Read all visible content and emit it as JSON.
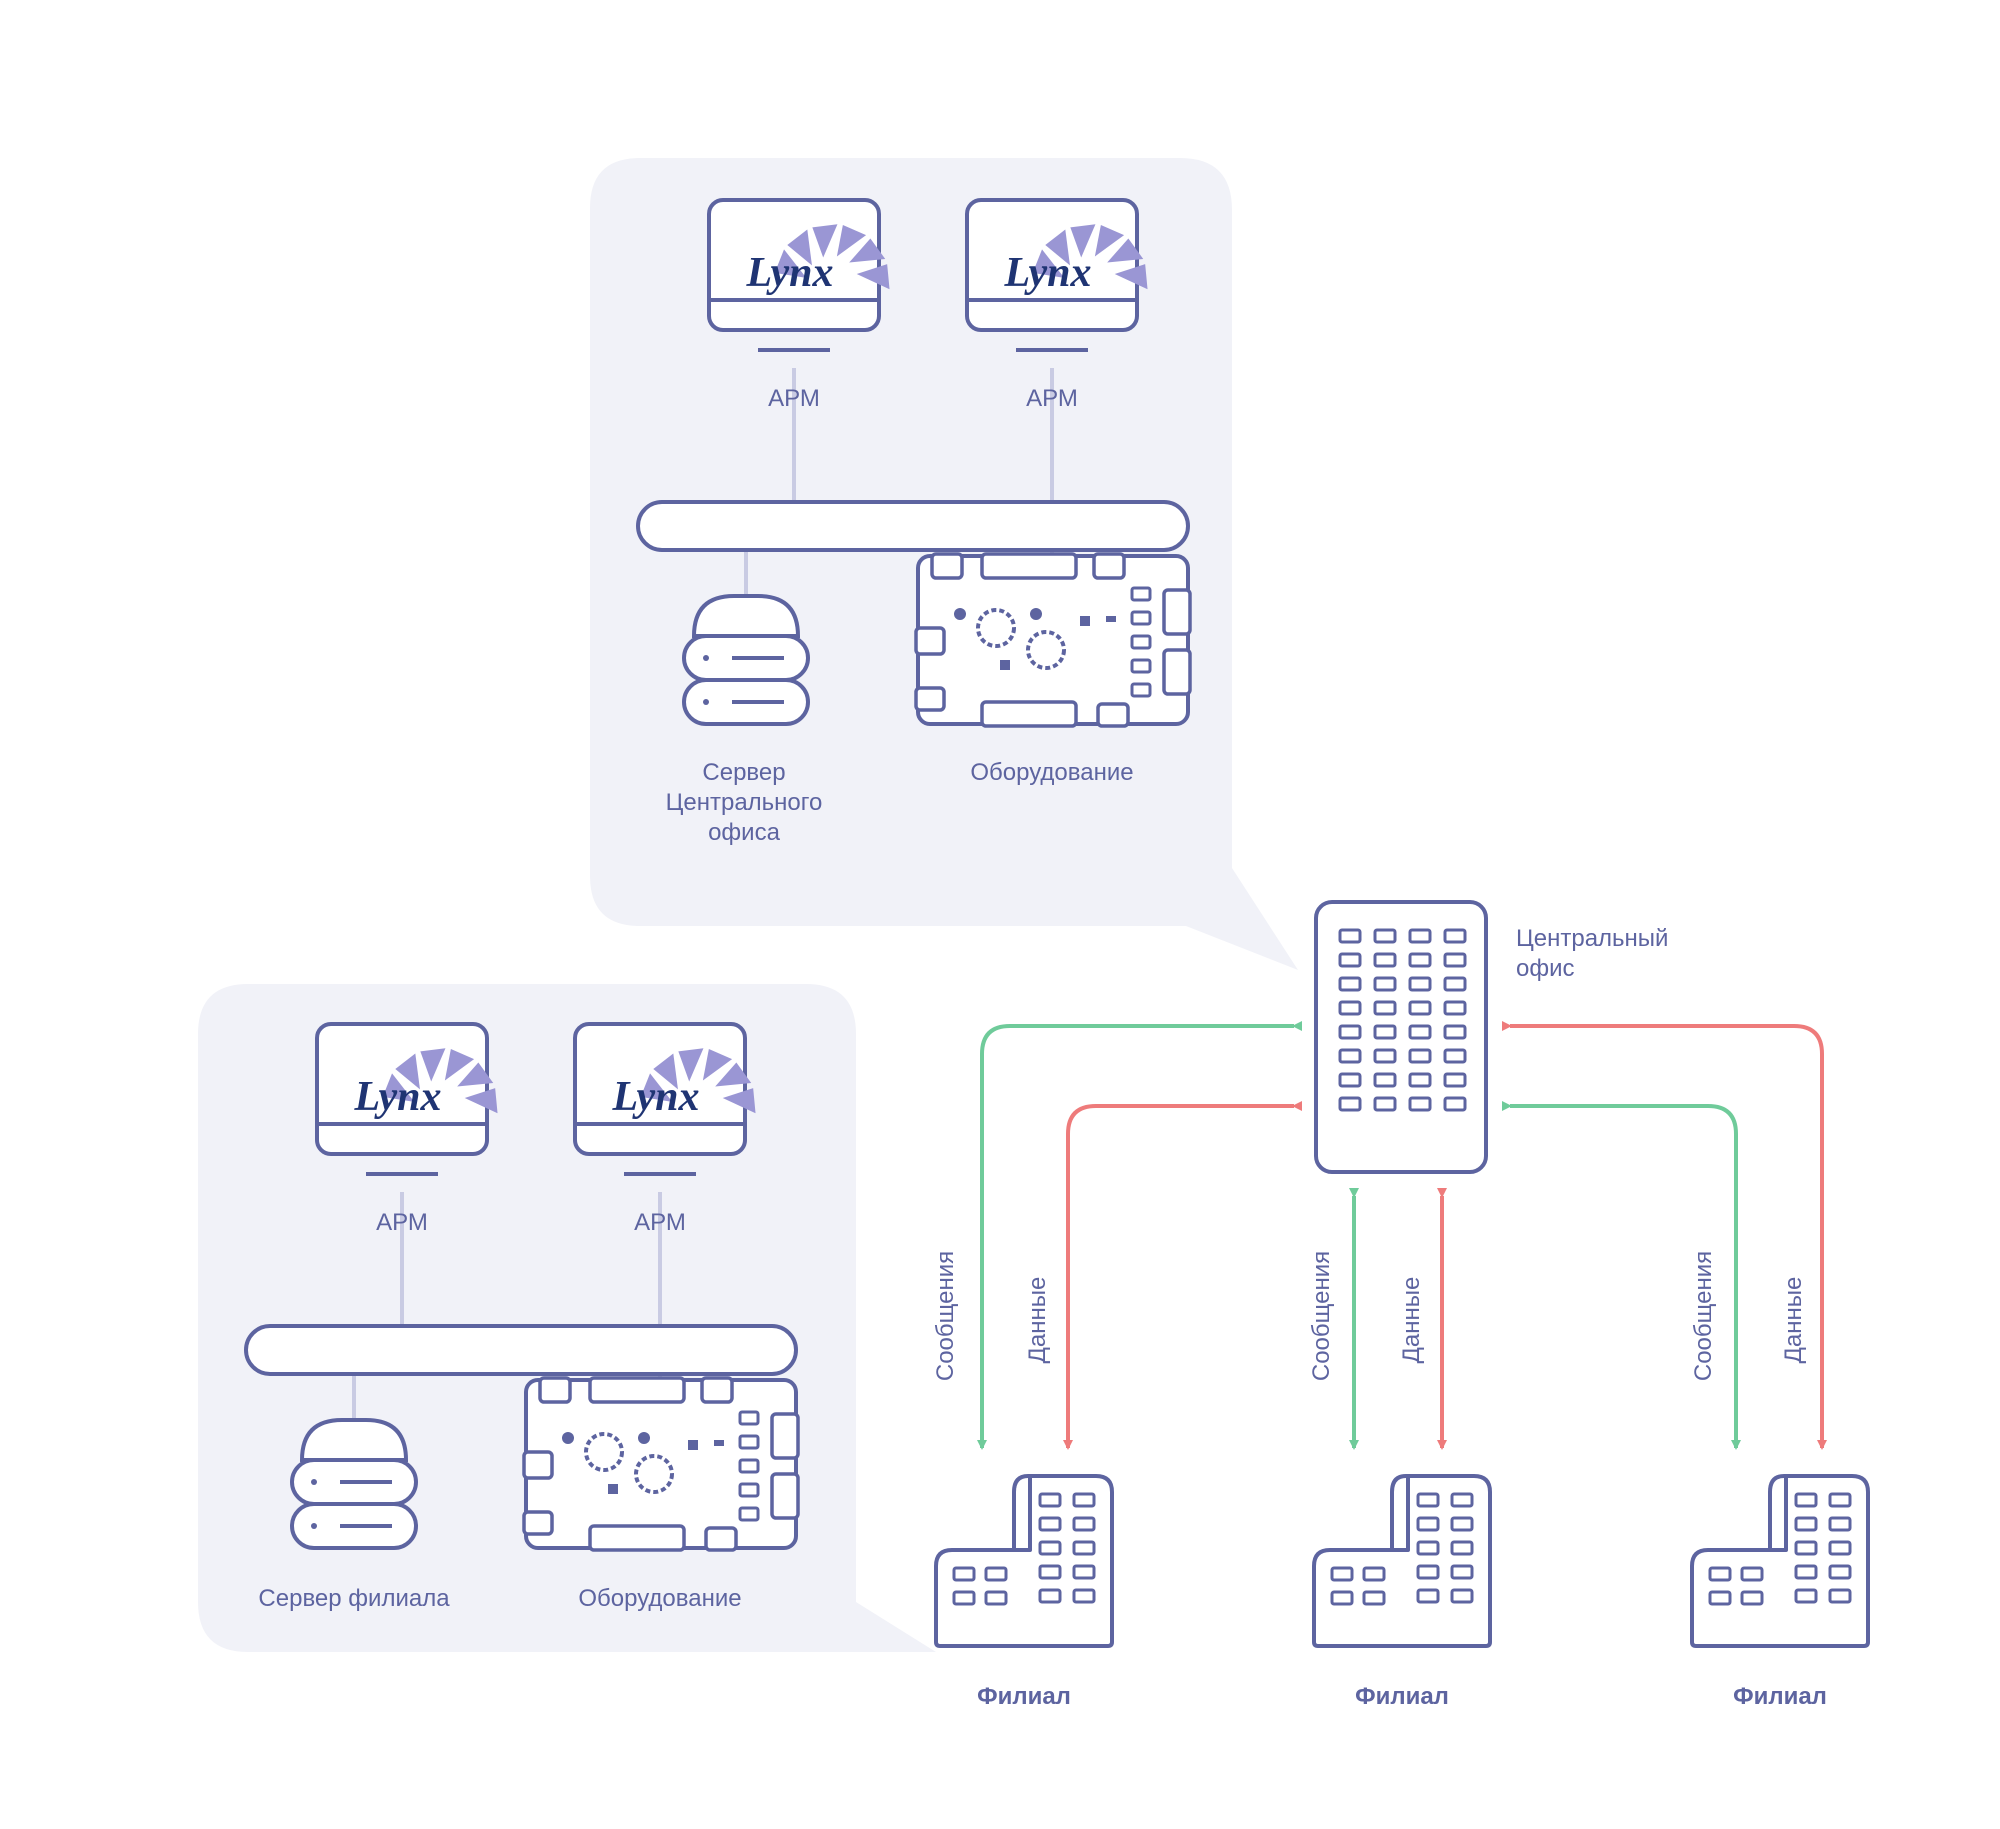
{
  "colors": {
    "stroke": "#5d64a0",
    "panel": "#f1f2f8",
    "connector": "#c9cbe3",
    "messages": "#6fcb9a",
    "data": "#ee7b7b",
    "logo_text": "#1f3473",
    "logo_fan": "#9a96d4"
  },
  "logo_text": "Lynx",
  "central_panel": {
    "arm_left": "АРМ",
    "arm_right": "АРМ",
    "server_label": "Сервер\nЦентрального\nофиса",
    "equipment_label": "Оборудование"
  },
  "branch_panel": {
    "arm_left": "АРМ",
    "arm_right": "АРМ",
    "server_label": "Сервер филиала",
    "equipment_label": "Оборудование"
  },
  "central_office_label": "Центральный\nофис",
  "branches": [
    {
      "label": "Филиал",
      "messages_label": "Сообщения",
      "data_label": "Данные"
    },
    {
      "label": "Филиал",
      "messages_label": "Сообщения",
      "data_label": "Данные"
    },
    {
      "label": "Филиал",
      "messages_label": "Сообщения",
      "data_label": "Данные"
    }
  ]
}
